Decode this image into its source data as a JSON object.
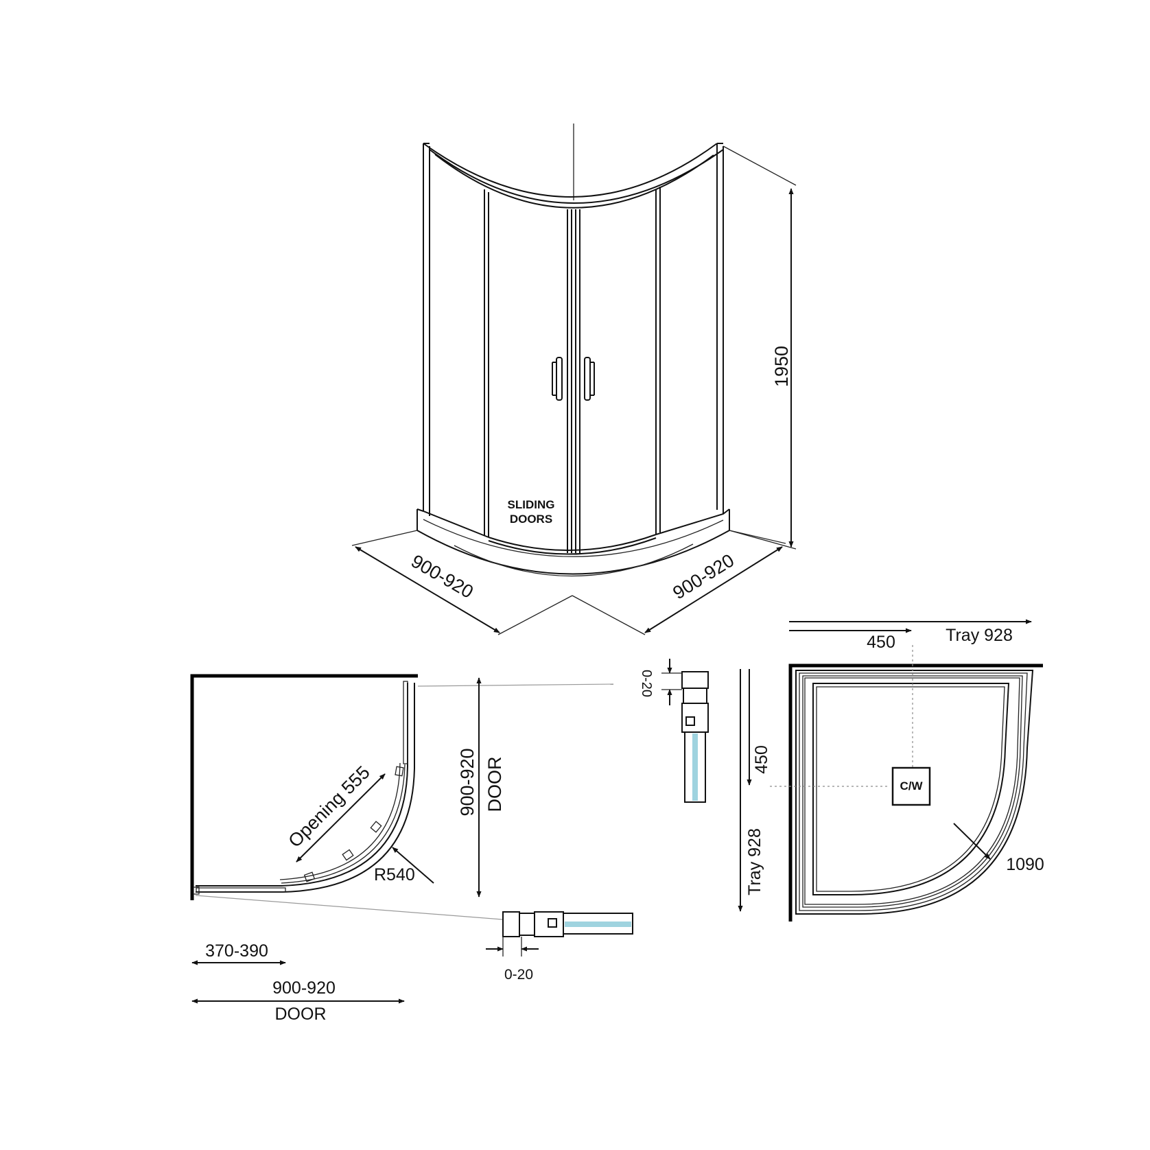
{
  "colors": {
    "line": "#111111",
    "glass": "#9fd3df",
    "background": "#ffffff"
  },
  "isometric": {
    "height_label": "1950",
    "left_width_label": "900-920",
    "right_width_label": "900-920",
    "door_label_line1": "SLIDING",
    "door_label_line2": "DOORS"
  },
  "plan": {
    "opening_label": "Opening 555",
    "radius_label": "R540",
    "side_dim_label": "900-920",
    "side_door_label": "DOOR",
    "small_dim_label": "370-390",
    "bottom_dim_label": "900-920",
    "bottom_door_label": "DOOR"
  },
  "profiles": {
    "top_adjust_label": "0-20",
    "bottom_adjust_label": "0-20"
  },
  "tray": {
    "top_450_label": "450",
    "top_tray_label": "Tray 928",
    "side_450_label": "450",
    "side_tray_label": "Tray 928",
    "waste_label": "C/W",
    "diagonal_label": "1090"
  }
}
